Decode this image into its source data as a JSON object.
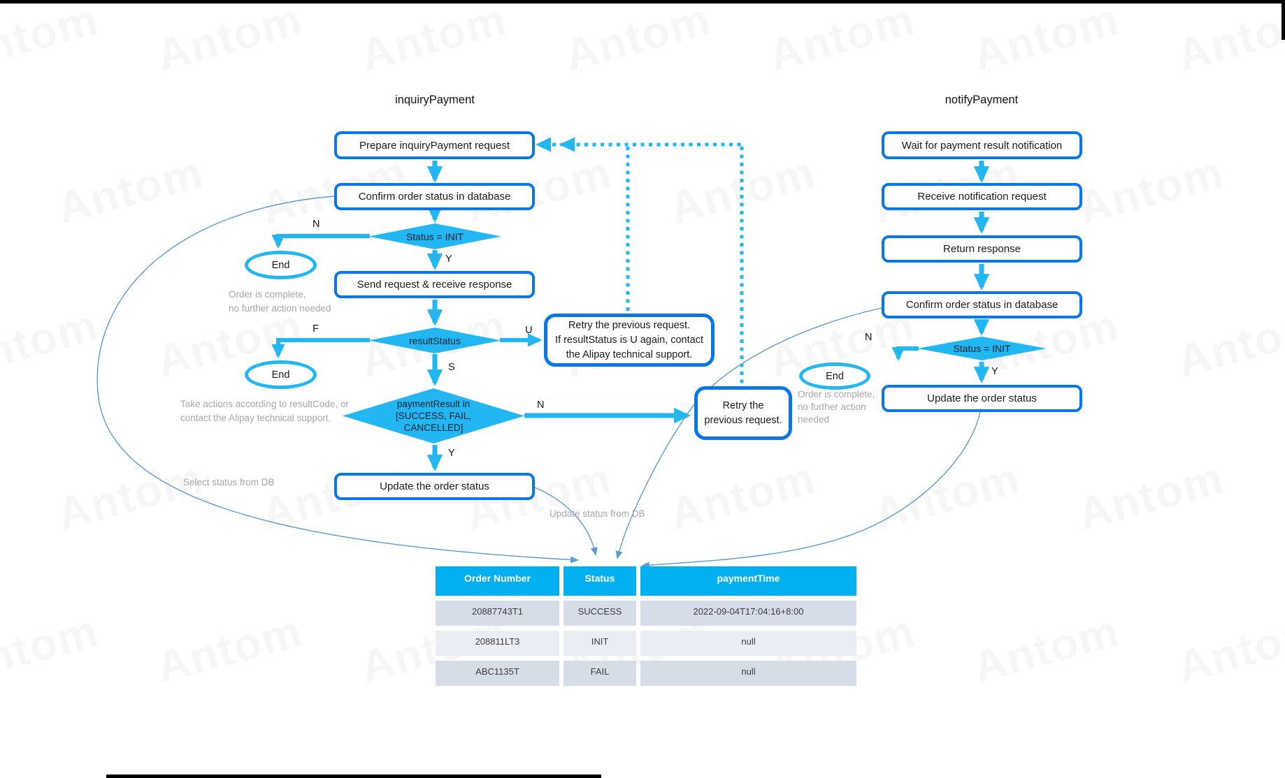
{
  "watermark": "Antom",
  "titles": {
    "left": "inquiryPayment",
    "right": "notifyPayment"
  },
  "left_flow": {
    "prepare": "Prepare inquiryPayment request",
    "confirm": "Confirm order status in database",
    "status_init": "Status = INIT",
    "end1": "End",
    "send": "Send request & receive response",
    "result_status": "resultStatus",
    "end2": "End",
    "retry_u_line1": "Retry the previous request.",
    "retry_u_line2": "If resultStatus is U again, contact",
    "retry_u_line3": "the Alipay technical support.",
    "payment_result_line1": "paymentResult in",
    "payment_result_line2": "[SUCCESS, FAIL,",
    "payment_result_line3": "CANCELLED]",
    "retry_n_line1": "Retry the",
    "retry_n_line2": "previous request.",
    "update": "Update the order status",
    "labels": {
      "n1": "N",
      "y1": "Y",
      "f": "F",
      "u": "U",
      "s": "S",
      "n2": "N",
      "y2": "Y"
    }
  },
  "right_flow": {
    "wait": "Wait for payment result notification",
    "receive": "Receive notification request",
    "ret": "Return response",
    "confirm": "Confirm order status in database",
    "status_init": "Status = INIT",
    "end": "End",
    "update": "Update the order status",
    "labels": {
      "n": "N",
      "y": "Y"
    }
  },
  "annotations": {
    "order_complete_left_1": "Order is complete,",
    "order_complete_left_2": "no further action needed",
    "take_actions_1": "Take actions according to resultCode, or",
    "take_actions_2": "contact the Alipay technical support.",
    "select_status": "Select status from DB",
    "update_status": "Update status from DB",
    "order_complete_right_1": "Order is complete,",
    "order_complete_right_2": "no further action",
    "order_complete_right_3": "needed"
  },
  "table": {
    "headers": [
      "Order Number",
      "Status",
      "paymentTime"
    ],
    "rows": [
      [
        "20887743T1",
        "SUCCESS",
        "2022-09-04T17:04:16+8:00"
      ],
      [
        "208811LT3",
        "INIT",
        "null"
      ],
      [
        "ABC1135T",
        "FAIL",
        "null"
      ]
    ]
  },
  "colors": {
    "box_border": "#0b77e6",
    "cyan": "#22b6f3",
    "table_header": "#00b0f0",
    "thin_line": "#5b9bd5",
    "annotation_gray": "#a6a6a6"
  }
}
